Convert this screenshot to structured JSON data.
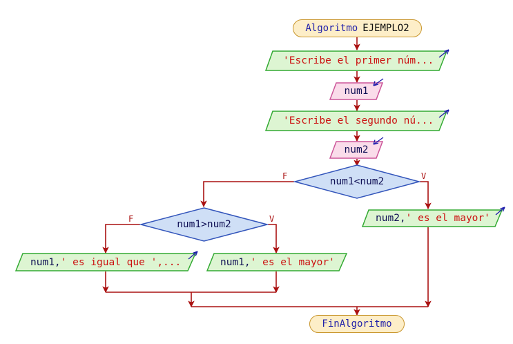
{
  "diagram": {
    "title": "Algoritmo EJEMPLO2",
    "type": "flowchart",
    "background": "#ffffff",
    "colors": {
      "terminator_fill": "#fdeec8",
      "terminator_stroke": "#c8952b",
      "output_fill": "#ddf5d2",
      "output_stroke": "#33aa33",
      "input_fill": "#fadcea",
      "input_stroke": "#cc5599",
      "decision_fill": "#cfdff6",
      "decision_stroke": "#3355bb",
      "connector": "#aa1111",
      "text_string": "#cc1111",
      "text_var": "#101055",
      "keyword": "#2222aa"
    }
  },
  "nodes": {
    "start": {
      "name": "start-terminator",
      "keyword": "Algoritmo",
      "identifier": "EJEMPLO2",
      "full_text": "Algoritmo EJEMPLO2"
    },
    "out1": {
      "name": "output-prompt-first",
      "text": "'Escribe el primer núm..."
    },
    "in1": {
      "name": "input-num1",
      "text": "num1"
    },
    "out2": {
      "name": "output-prompt-second",
      "text": "'Escribe el segundo nú..."
    },
    "in2": {
      "name": "input-num2",
      "text": "num2"
    },
    "dec1": {
      "name": "decision-num1-lt-num2",
      "text": "num1<num2",
      "false_label": "F",
      "true_label": "V"
    },
    "dec2": {
      "name": "decision-num1-gt-num2",
      "text": "num1>num2",
      "false_label": "F",
      "true_label": "V"
    },
    "out_num2_mayor": {
      "name": "output-num2-is-greater",
      "var": "num2",
      "comma": ",",
      "literal": "' es el mayor'",
      "text": "num2,' es el mayor'"
    },
    "out_num1_mayor": {
      "name": "output-num1-is-greater",
      "var": "num1",
      "comma": ",",
      "literal": "' es el mayor'",
      "text": "num1,' es el mayor'"
    },
    "out_igual": {
      "name": "output-numbers-equal",
      "var": "num1",
      "comma": ",",
      "literal": "' es igual que ',...",
      "text": "num1,' es igual que ',..."
    },
    "end": {
      "name": "end-terminator",
      "text": "FinAlgoritmo"
    }
  },
  "branch_labels": {
    "dec1_false": "F",
    "dec1_true": "V",
    "dec2_false": "F",
    "dec2_true": "V"
  }
}
